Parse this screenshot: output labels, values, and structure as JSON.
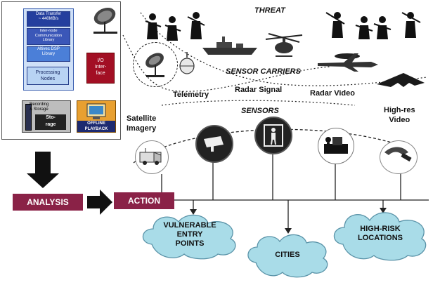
{
  "threat_label": "THREAT",
  "sensor_carriers_label": "SENSOR CARRIERS",
  "sensors_label": "SENSORS",
  "panel": {
    "blocks": [
      {
        "line1": "Data Transfer",
        "line2": "~ 440MB/s"
      },
      {
        "line1": "Inter-node",
        "line2": "Communication",
        "line3": "Library"
      },
      {
        "line1": "Altivec DSP",
        "line2": "Library"
      },
      {
        "line1": "Processing",
        "line2": "Nodes"
      }
    ],
    "io": {
      "line1": "I/O",
      "line2": "Inter-",
      "line3": "face"
    },
    "storage": {
      "line1": "Recording",
      "line2": "& Storage",
      "sub1": "Sto-",
      "sub2": "rage"
    },
    "playback": {
      "line1": "OFFLINE",
      "line2": "PLAYBACK"
    }
  },
  "data_types": {
    "telemetry": "Telemetry",
    "radar_signal": "Radar Signal",
    "radar_video": "Radar Video",
    "satellite_imagery_1": "Satellite",
    "satellite_imagery_2": "Imagery",
    "high_res_video_1": "High-res",
    "high_res_video_2": "Video"
  },
  "flow": {
    "analysis": "ANALYSIS",
    "action": "ACTION"
  },
  "locations": {
    "vulnerable_1": "VULNERABLE",
    "vulnerable_2": "ENTRY",
    "vulnerable_3": "POINTS",
    "cities": "CITIES",
    "high_risk_1": "HIGH-RISK",
    "high_risk_2": "LOCATIONS"
  },
  "icons": [
    "satellite-dish-icon",
    "soldier-icon",
    "warship-icon",
    "helicopter-icon",
    "awacs-plane-icon",
    "stealth-bomber-icon",
    "buoy-icon",
    "van-icon",
    "security-camera-icon",
    "body-scanner-icon",
    "x-ray-scanner-icon",
    "handheld-scanner-icon",
    "computer-icon",
    "cloud-icon"
  ],
  "colors": {
    "flow_box": "#8a2247",
    "cloud_fill": "#a9dce8",
    "io_box": "#a20f24",
    "block_dark": "#243f9e"
  }
}
